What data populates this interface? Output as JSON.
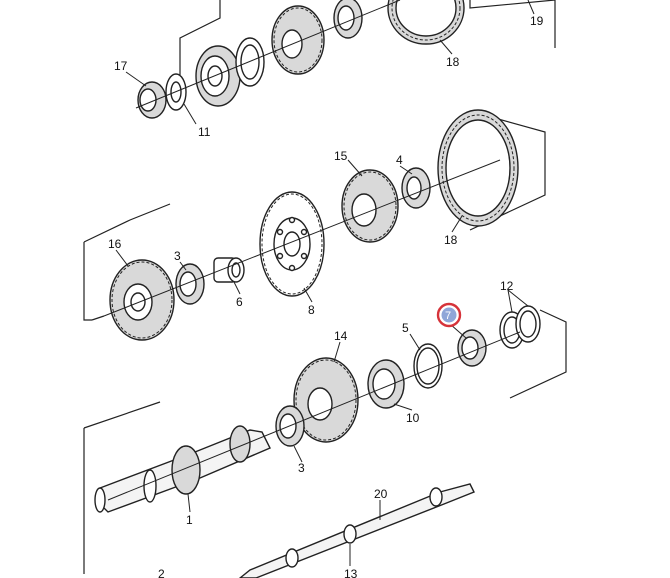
{
  "callouts": {
    "c19": "19",
    "c18a": "18",
    "c17": "17",
    "c11": "11",
    "c15": "15",
    "c4": "4",
    "c18b": "18",
    "c16": "16",
    "c3a": "3",
    "c6": "6",
    "c8": "8",
    "c7": "7",
    "c12": "12",
    "c5": "5",
    "c14": "14",
    "c10": "10",
    "c3b": "3",
    "c1": "1",
    "c20": "20",
    "c13": "13",
    "c2": "2"
  },
  "highlight": {
    "label": "7",
    "ring_color": "#d6333a",
    "fill_color": "#8fa6d8"
  }
}
